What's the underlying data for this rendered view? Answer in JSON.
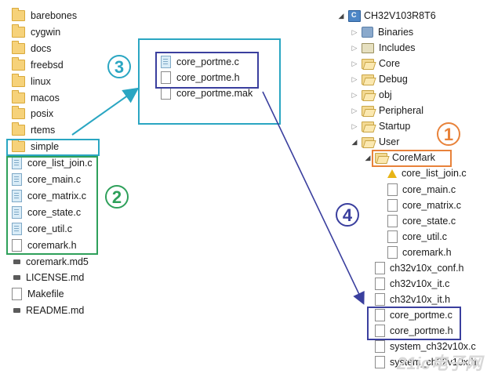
{
  "left_list": [
    {
      "name": "barebones",
      "icon": "folder"
    },
    {
      "name": "cygwin",
      "icon": "folder"
    },
    {
      "name": "docs",
      "icon": "folder"
    },
    {
      "name": "freebsd",
      "icon": "folder"
    },
    {
      "name": "linux",
      "icon": "folder"
    },
    {
      "name": "macos",
      "icon": "folder"
    },
    {
      "name": "posix",
      "icon": "folder"
    },
    {
      "name": "rtems",
      "icon": "folder"
    },
    {
      "name": "simple",
      "icon": "folder"
    },
    {
      "name": "core_list_join.c",
      "icon": "cfile"
    },
    {
      "name": "core_main.c",
      "icon": "cfile"
    },
    {
      "name": "core_matrix.c",
      "icon": "cfile"
    },
    {
      "name": "core_state.c",
      "icon": "cfile"
    },
    {
      "name": "core_util.c",
      "icon": "cfile"
    },
    {
      "name": "coremark.h",
      "icon": "plain"
    },
    {
      "name": "coremark.md5",
      "icon": "md"
    },
    {
      "name": "LICENSE.md",
      "icon": "md"
    },
    {
      "name": "Makefile",
      "icon": "plain"
    },
    {
      "name": "README.md",
      "icon": "md"
    }
  ],
  "middle_list": [
    {
      "name": "core_portme.c",
      "icon": "cfile"
    },
    {
      "name": "core_portme.h",
      "icon": "plain"
    },
    {
      "name": "core_portme.mak",
      "icon": "plain"
    }
  ],
  "tree": {
    "project": "CH32V103R8T6",
    "items": [
      {
        "name": "Binaries",
        "icon": "bin",
        "depth": 1,
        "arrow": "collapsed"
      },
      {
        "name": "Includes",
        "icon": "inc",
        "depth": 1,
        "arrow": "collapsed"
      },
      {
        "name": "Core",
        "icon": "efolder",
        "depth": 1,
        "arrow": "collapsed"
      },
      {
        "name": "Debug",
        "icon": "efolder",
        "depth": 1,
        "arrow": "collapsed"
      },
      {
        "name": "obj",
        "icon": "efolder",
        "depth": 1,
        "arrow": "collapsed"
      },
      {
        "name": "Peripheral",
        "icon": "efolder",
        "depth": 1,
        "arrow": "collapsed"
      },
      {
        "name": "Startup",
        "icon": "efolder",
        "depth": 1,
        "arrow": "collapsed"
      },
      {
        "name": "User",
        "icon": "efolder",
        "depth": 1,
        "arrow": "expanded"
      },
      {
        "name": "CoreMark",
        "icon": "efolder",
        "depth": 2,
        "arrow": "expanded"
      },
      {
        "name": "core_list_join.c",
        "icon": "warn",
        "depth": 3,
        "arrow": "none"
      },
      {
        "name": "core_main.c",
        "icon": "ec",
        "depth": 3,
        "arrow": "none"
      },
      {
        "name": "core_matrix.c",
        "icon": "ec",
        "depth": 3,
        "arrow": "none"
      },
      {
        "name": "core_state.c",
        "icon": "ec",
        "depth": 3,
        "arrow": "none"
      },
      {
        "name": "core_util.c",
        "icon": "ec",
        "depth": 3,
        "arrow": "none"
      },
      {
        "name": "coremark.h",
        "icon": "eh",
        "depth": 3,
        "arrow": "none"
      },
      {
        "name": "ch32v10x_conf.h",
        "icon": "eh",
        "depth": 2,
        "arrow": "none"
      },
      {
        "name": "ch32v10x_it.c",
        "icon": "ec",
        "depth": 2,
        "arrow": "none"
      },
      {
        "name": "ch32v10x_it.h",
        "icon": "eh",
        "depth": 2,
        "arrow": "none"
      },
      {
        "name": "core_portme.c",
        "icon": "ec",
        "depth": 2,
        "arrow": "none"
      },
      {
        "name": "core_portme.h",
        "icon": "eh",
        "depth": 2,
        "arrow": "none"
      },
      {
        "name": "system_ch32v10x.c",
        "icon": "ec",
        "depth": 2,
        "arrow": "none"
      },
      {
        "name": "system_ch32v10x.h",
        "icon": "eh",
        "depth": 2,
        "arrow": "none"
      }
    ]
  },
  "annotations": {
    "n1": "1",
    "n2": "2",
    "n3": "3",
    "n4": "4",
    "orange": "#e8823a",
    "green": "#2ea05a",
    "cyan": "#2aa6c2",
    "navy": "#3a3f9e"
  },
  "watermark": "21ic电子网"
}
